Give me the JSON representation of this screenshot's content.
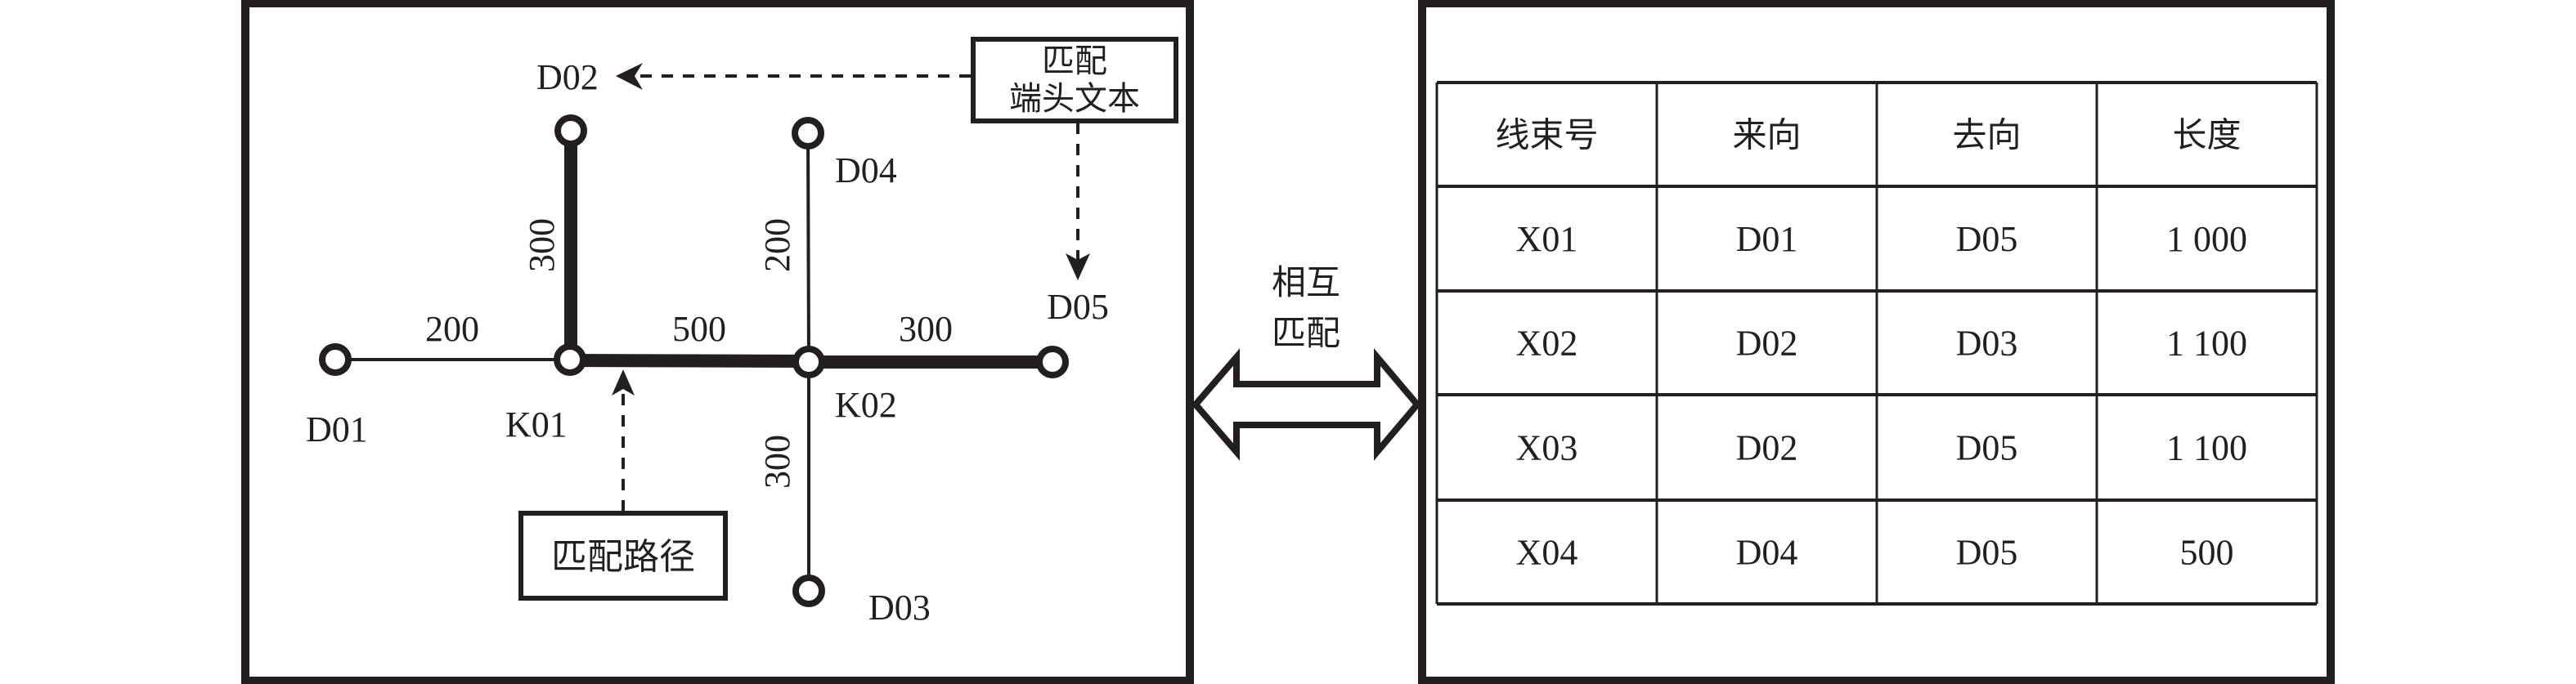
{
  "left_panel": {
    "nodes": [
      {
        "id": "D01",
        "label": "D01",
        "type": "terminal"
      },
      {
        "id": "K01",
        "label": "K01",
        "type": "junction"
      },
      {
        "id": "K02",
        "label": "K02",
        "type": "junction"
      },
      {
        "id": "D02",
        "label": "D02",
        "type": "terminal"
      },
      {
        "id": "D03",
        "label": "D03",
        "type": "terminal"
      },
      {
        "id": "D04",
        "label": "D04",
        "type": "terminal"
      },
      {
        "id": "D05",
        "label": "D05",
        "type": "terminal"
      }
    ],
    "edges": [
      {
        "from": "D01",
        "to": "K01",
        "length": "200",
        "highlighted": false
      },
      {
        "from": "K01",
        "to": "D02",
        "length": "300",
        "highlighted": true
      },
      {
        "from": "K01",
        "to": "K02",
        "length": "500",
        "highlighted": true
      },
      {
        "from": "K02",
        "to": "D05",
        "length": "300",
        "highlighted": true
      },
      {
        "from": "K02",
        "to": "D04",
        "length": "200",
        "highlighted": false
      },
      {
        "from": "K02",
        "to": "D03",
        "length": "300",
        "highlighted": false
      }
    ],
    "annotations": {
      "terminal_text_box": {
        "line1": "匹配",
        "line2": "端头文本",
        "targets": [
          "D02",
          "D05"
        ]
      },
      "path_box": {
        "label": "匹配路径",
        "target": "K01-K02"
      }
    }
  },
  "middle": {
    "label_line1": "相互",
    "label_line2": "匹配",
    "icon": "double-arrow-icon"
  },
  "table": {
    "headers": [
      "线束号",
      "来向",
      "去向",
      "长度"
    ],
    "rows": [
      [
        "X01",
        "D01",
        "D05",
        "1 000"
      ],
      [
        "X02",
        "D02",
        "D03",
        "1 100"
      ],
      [
        "X03",
        "D02",
        "D05",
        "1 100"
      ],
      [
        "X04",
        "D04",
        "D05",
        "500"
      ]
    ]
  }
}
